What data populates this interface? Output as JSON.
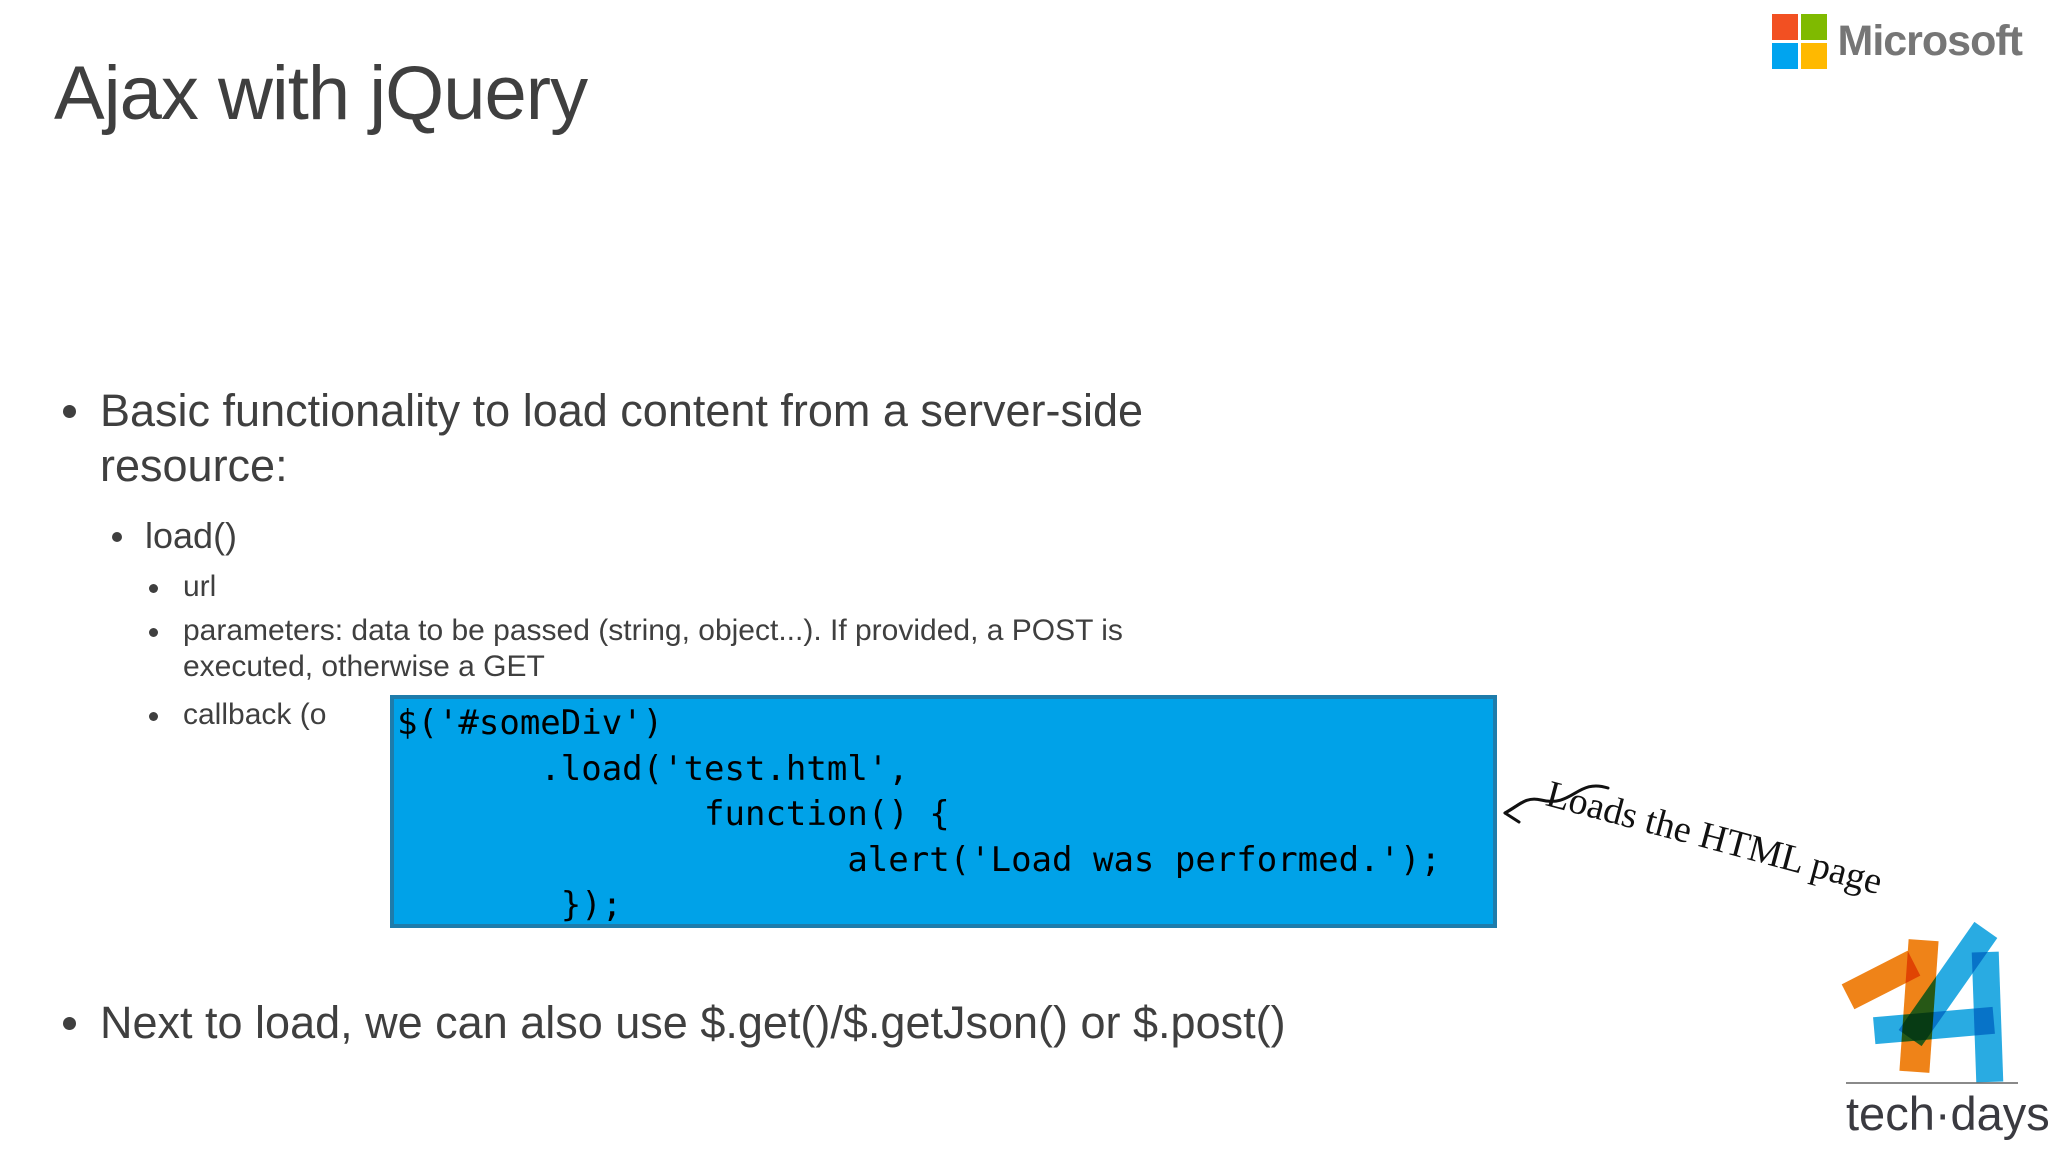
{
  "header": {
    "microsoft_wordmark": "Microsoft",
    "logo_colors": {
      "red": "#f25022",
      "green": "#7fba00",
      "blue": "#00a4ef",
      "yellow": "#ffb900"
    }
  },
  "title": "Ajax with jQuery",
  "content": {
    "bullet1_line1": "Basic functionality to load content from a server-side",
    "bullet1_line2": "resource:",
    "sub_load": "load()",
    "sub_url": "url",
    "sub_parameters_line1": "parameters: data to be passed (string, object...). If provided, a POST is",
    "sub_parameters_line2": "executed, otherwise a GET",
    "sub_callback_visible": "callback (o",
    "bullet2": "Next to load, we can also use $.get()/$.getJson() or $.post()"
  },
  "code_block": {
    "background": "#00a2e8",
    "border": "#1e7cab",
    "lines": [
      "$('#someDiv')",
      "       .load('test.html',",
      "               function() {",
      "                      alert('Load was performed.');",
      "        });"
    ]
  },
  "annotation": {
    "text": "Loads the HTML page"
  },
  "footer_logo": {
    "number": "14",
    "wordmark": "tech·days",
    "orange": "#ef8318",
    "cyan": "#29abe2"
  }
}
